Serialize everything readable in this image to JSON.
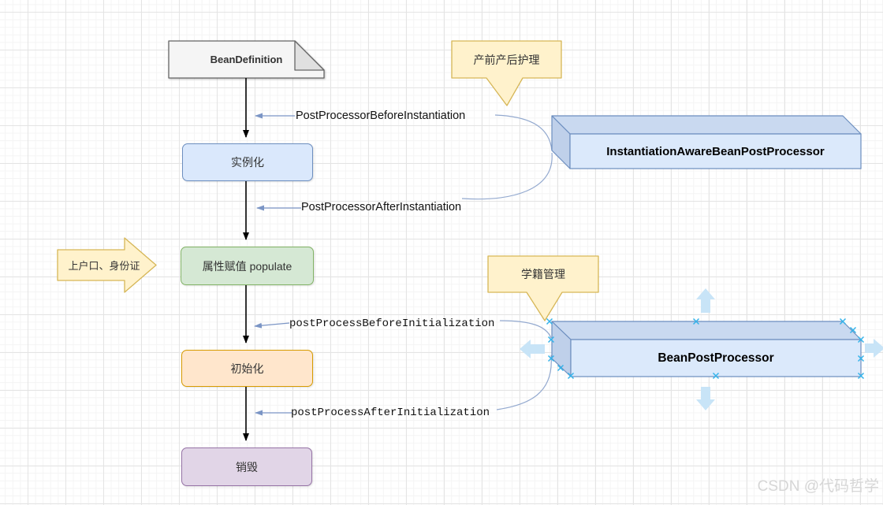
{
  "diagram": {
    "title_node": {
      "label": "BeanDefinition"
    },
    "lifecycle_nodes": {
      "instantiate": {
        "label": "实例化"
      },
      "populate": {
        "label": "属性赋值 populate"
      },
      "initialize": {
        "label": "初始化"
      },
      "destroy": {
        "label": "销毁"
      }
    },
    "processor_nodes": {
      "instantiation_aware": {
        "label": "InstantiationAwareBeanPostProcessor"
      },
      "bean_post": {
        "label": "BeanPostProcessor"
      }
    },
    "callouts": {
      "prenatal_care": {
        "label": "产前产后护理"
      },
      "student_registry": {
        "label": "学籍管理"
      },
      "household": {
        "label": "上户口、身份证"
      }
    },
    "edge_labels": {
      "before_instantiation": "PostProcessorBeforeInstantiation",
      "after_instantiation": "PostProcessorAfterInstantiation",
      "before_initialization": "postProcessBeforeInitialization",
      "after_initialization": "postProcessAfterInitialization"
    },
    "colors": {
      "blue_fill": "#dae8fc",
      "blue_border": "#6c8ebf",
      "green_fill": "#d5e8d4",
      "green_border": "#82b366",
      "orange_fill": "#ffe6cc",
      "orange_border": "#d79b00",
      "purple_fill": "#e1d5e7",
      "purple_border": "#9673a6",
      "yellow_fill": "#fff2cc",
      "yellow_border": "#d6b656",
      "note_fill": "#f5f5f5",
      "note_border": "#666666",
      "cube_front_fill": "#dbe9fb",
      "cube_top_fill": "#c9d9f0",
      "cube_side_fill": "#bfd0ea",
      "connector_blue": "#7b95c5",
      "hover_arrow_fill": "#c8e4f7",
      "connection_point_color": "#35b3ea",
      "flow_arrow_color": "#000000"
    }
  },
  "watermark": {
    "text": "CSDN @代码哲学"
  }
}
